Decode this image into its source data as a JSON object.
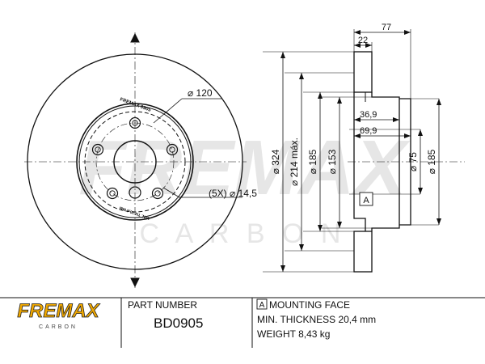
{
  "watermark": {
    "brand": "FREMAX",
    "sub": "C A R B O N"
  },
  "front_view": {
    "dim_120": "⌀ 120",
    "dim_holes": "(5X) ⌀ 14,5",
    "stamp_top": "FREMAX 0905",
    "stamp_bottom": "MIN. TH 20,4 MM"
  },
  "side_view": {
    "dim_77": "77",
    "dim_22": "22",
    "dim_36_9": "36,9",
    "dim_69_9": "69,9",
    "dim_324": "⌀ 324",
    "dim_214": "⌀ 214 máx.",
    "dim_185_left": "⌀ 185",
    "dim_153": "⌀ 153",
    "dim_75": "⌀ 75",
    "dim_185_right": "⌀ 185",
    "datum": "A"
  },
  "footer": {
    "logo_text": "FREMAX",
    "logo_sub": "CARBON",
    "part_number_label": "PART NUMBER",
    "part_number": "BD0905",
    "mounting_marker": "A",
    "mounting_face": "MOUNTING FACE",
    "min_thickness": "MIN. THICKNESS 20,4 mm",
    "weight": "WEIGHT 8,43 kg"
  },
  "colors": {
    "line": "#111111",
    "watermark": "#e2e2e2",
    "logo_yellow": "#f2a900"
  }
}
